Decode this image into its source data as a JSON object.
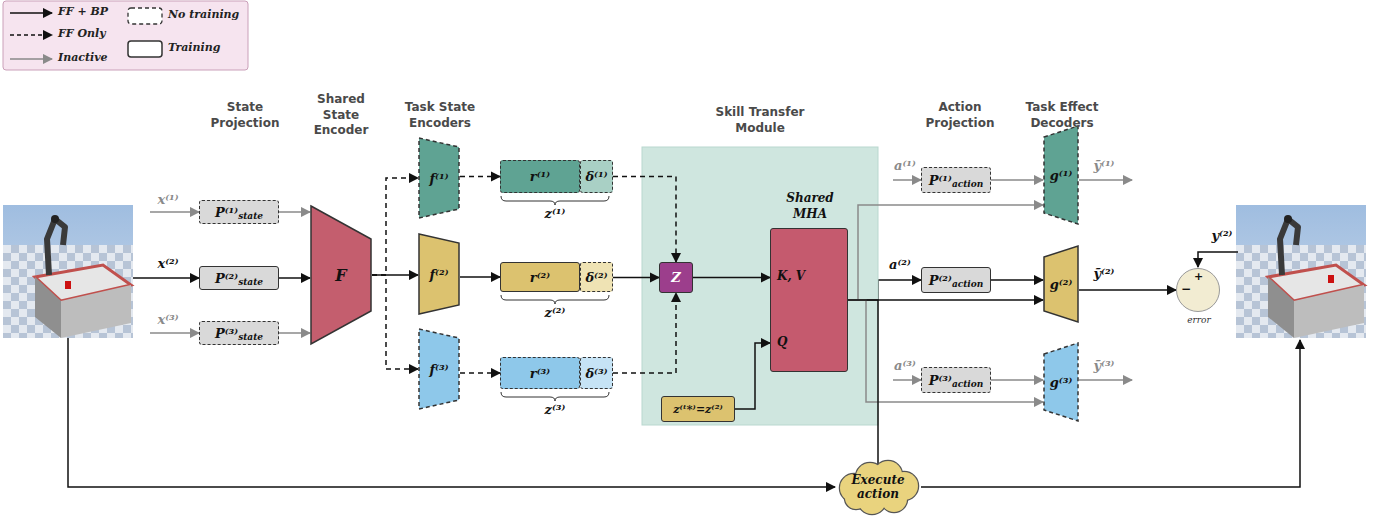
{
  "diagram": {
    "nodes": [
      {
        "text": [
          "P⁽¹⁾",
          "state"
        ]
      },
      {
        "text": [
          "P⁽²⁾",
          "state"
        ]
      },
      {
        "text": [
          "P⁽³⁾",
          "state"
        ]
      },
      {
        "text": [
          "F"
        ]
      },
      {
        "text": [
          "f⁽¹⁾"
        ]
      },
      {
        "text": [
          "f⁽²⁾"
        ]
      },
      {
        "text": [
          "f⁽³⁾"
        ]
      },
      {
        "text": [
          "r⁽¹⁾"
        ]
      },
      {
        "text": [
          "δ⁽¹⁾"
        ]
      },
      {
        "text": [
          "r⁽²⁾"
        ]
      },
      {
        "text": [
          "δ⁽²⁾"
        ]
      },
      {
        "text": [
          "r⁽³⁾"
        ]
      },
      {
        "text": [
          "δ⁽³⁾"
        ]
      },
      {
        "text": [
          "Skill Transfer Module"
        ]
      },
      {
        "text": [
          "Z"
        ],
        "in": 13
      },
      {
        "text": [
          "Shared MHA",
          "K, V",
          "Q"
        ],
        "in": 13
      },
      {
        "text": [
          "z⁽ᵗ*⁾=z⁽²⁾"
        ],
        "in": 13
      },
      {
        "text": [
          "P⁽¹⁾",
          "action"
        ]
      },
      {
        "text": [
          "P⁽²⁾",
          "action"
        ]
      },
      {
        "text": [
          "P⁽³⁾",
          "action"
        ]
      },
      {
        "text": [
          "g⁽¹⁾"
        ]
      },
      {
        "text": [
          "g⁽²⁾"
        ]
      },
      {
        "text": [
          "g⁽³⁾"
        ]
      },
      {
        "text": [
          "+",
          "−",
          "error"
        ]
      },
      {
        "text": [
          "Execute action"
        ]
      }
    ],
    "edges": [
      {
        "from": 0,
        "to": 3,
        "arrow": "to"
      },
      {
        "from": 1,
        "to": 3,
        "arrow": "to"
      },
      {
        "from": 2,
        "to": 3,
        "arrow": "to"
      },
      {
        "from": 3,
        "to": 4,
        "arrow": "to"
      },
      {
        "from": 3,
        "to": 5,
        "arrow": "to"
      },
      {
        "from": 3,
        "to": 6,
        "arrow": "to"
      },
      {
        "from": 4,
        "to": 7,
        "arrow": "to"
      },
      {
        "from": 5,
        "to": 9,
        "arrow": "to"
      },
      {
        "from": 6,
        "to": 11,
        "arrow": "to"
      },
      {
        "from": 8,
        "to": 14,
        "arrow": "to"
      },
      {
        "from": 10,
        "to": 14,
        "arrow": "to"
      },
      {
        "from": 12,
        "to": 14,
        "arrow": "to"
      },
      {
        "from": 14,
        "to": 15,
        "arrow": "to"
      },
      {
        "from": 16,
        "to": 15,
        "arrow": "to"
      },
      {
        "from": 15,
        "to": 20,
        "arrow": "to"
      },
      {
        "from": 15,
        "to": 21,
        "arrow": "to"
      },
      {
        "from": 15,
        "to": 22,
        "arrow": "to"
      },
      {
        "from": 15,
        "to": 24,
        "arrow": "none"
      },
      {
        "from": 17,
        "to": 20,
        "arrow": "to"
      },
      {
        "from": 18,
        "to": 21,
        "arrow": "to"
      },
      {
        "from": 19,
        "to": 22,
        "arrow": "to"
      },
      {
        "from": 21,
        "to": 23,
        "arrow": "to"
      }
    ],
    "labels": [
      "State Projection",
      "Shared State Encoder",
      "Task State Encoders",
      "Action Projection",
      "Task Effect Decoders",
      "x⁽¹⁾",
      "x⁽²⁾",
      "x⁽³⁾",
      "z⁽¹⁾",
      "z⁽²⁾",
      "z⁽³⁾",
      "a⁽¹⁾",
      "a⁽²⁾",
      "a⁽³⁾",
      "ỹ⁽¹⁾",
      "ỹ⁽²⁾",
      "ỹ⁽³⁾",
      "y⁽²⁾"
    ],
    "legend": [
      {
        "text": "FF + BP"
      },
      {
        "text": "FF Only"
      },
      {
        "text": "Inactive"
      },
      {
        "text": "No training"
      },
      {
        "text": "Training"
      }
    ]
  }
}
